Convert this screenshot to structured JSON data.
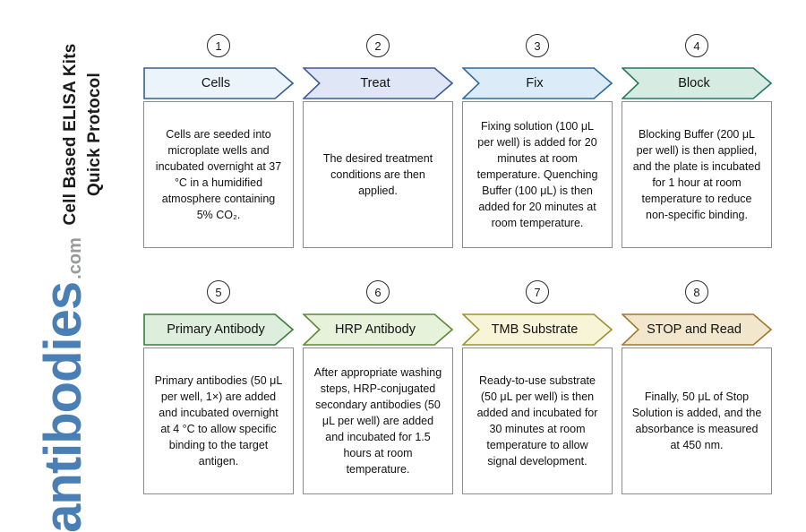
{
  "sidebar": {
    "title_line1": "Cell Based ELISA Kits",
    "title_line2": "Quick Protocol",
    "brand": "antibodies",
    "brand_suffix": ".com",
    "brand_color": "#4a7fb5"
  },
  "steps": [
    {
      "number": "1",
      "title": "Cells",
      "fill": "#ecf4fb",
      "stroke": "#38608c",
      "description": "Cells are seeded into microplate wells and incubated overnight at 37 °C in a humidified atmosphere containing 5% CO₂."
    },
    {
      "number": "2",
      "title": "Treat",
      "fill": "#dfe7f7",
      "stroke": "#3c5a96",
      "description": "The desired treatment conditions are then applied."
    },
    {
      "number": "3",
      "title": "Fix",
      "fill": "#dcebf8",
      "stroke": "#2f6a9e",
      "description": "Fixing solution (100 μL per well) is added for 20 minutes at room temperature. Quenching Buffer (100 μL) is then added for 20 minutes at room temperature."
    },
    {
      "number": "4",
      "title": "Block",
      "fill": "#d6ece2",
      "stroke": "#23795f",
      "description": "Blocking Buffer (200 μL per well) is then applied, and the plate is incubated for 1 hour at room temperature to reduce non-specific binding."
    },
    {
      "number": "5",
      "title": "Primary Antibody",
      "fill": "#ddefdc",
      "stroke": "#3c7d3f",
      "description": "Primary antibodies (50 μL per well, 1×) are added and incubated overnight at 4 °C to allow specific binding to the target antigen."
    },
    {
      "number": "6",
      "title": "HRP Antibody",
      "fill": "#e6f2da",
      "stroke": "#5c8a33",
      "description": "After appropriate washing steps, HRP-conjugated secondary antibodies (50 μL per well) are added and incubated for 1.5 hours at room temperature."
    },
    {
      "number": "7",
      "title": "TMB Substrate",
      "fill": "#f8f4d8",
      "stroke": "#9c932f",
      "description": "Ready-to-use substrate (50 μL per well) is then added and incubated for 30 minutes at room temperature to allow signal development."
    },
    {
      "number": "8",
      "title": "STOP and Read",
      "fill": "#f2e7cd",
      "stroke": "#a3772c",
      "description": "Finally, 50 μL of Stop Solution is added, and the absorbance is measured at 450 nm."
    }
  ]
}
